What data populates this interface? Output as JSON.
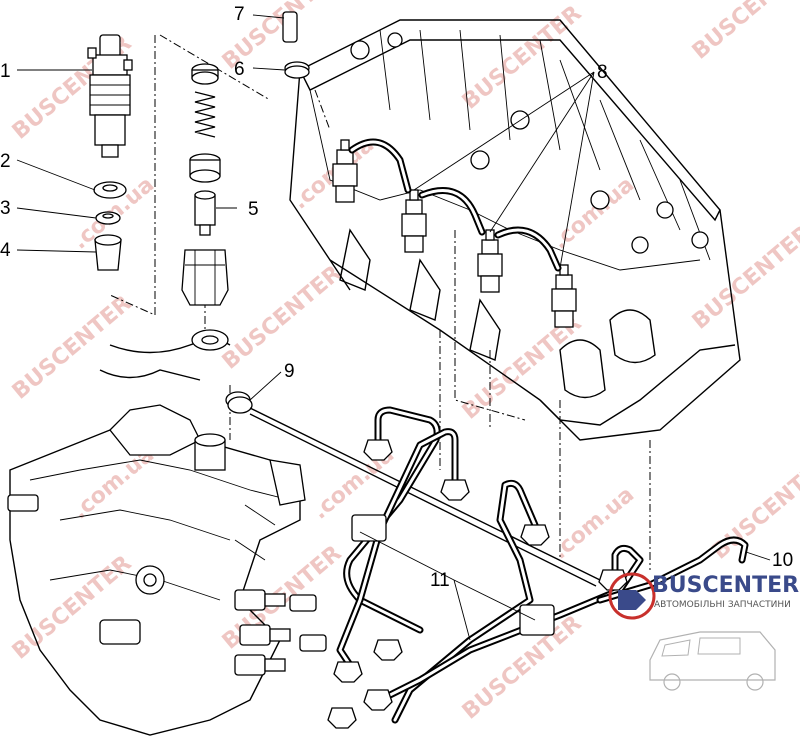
{
  "callouts": [
    {
      "id": "1",
      "label": "1"
    },
    {
      "id": "2",
      "label": "2"
    },
    {
      "id": "3",
      "label": "3"
    },
    {
      "id": "4",
      "label": "4"
    },
    {
      "id": "5",
      "label": "5"
    },
    {
      "id": "6",
      "label": "6"
    },
    {
      "id": "7",
      "label": "7"
    },
    {
      "id": "8",
      "label": "8"
    },
    {
      "id": "9",
      "label": "9"
    },
    {
      "id": "10",
      "label": "10"
    },
    {
      "id": "11",
      "label": "11"
    }
  ],
  "watermark": {
    "text": "BUSCENTER",
    "domain": ".com.ua"
  },
  "logo": {
    "name": "BUSCENTER",
    "tagline": "АВТОМОБІЛЬНІ ЗАПЧАСТИНИ"
  },
  "colors": {
    "watermark": "#e7a9a4",
    "logo_blue": "#3a4a8a",
    "logo_red": "#c8302c"
  }
}
